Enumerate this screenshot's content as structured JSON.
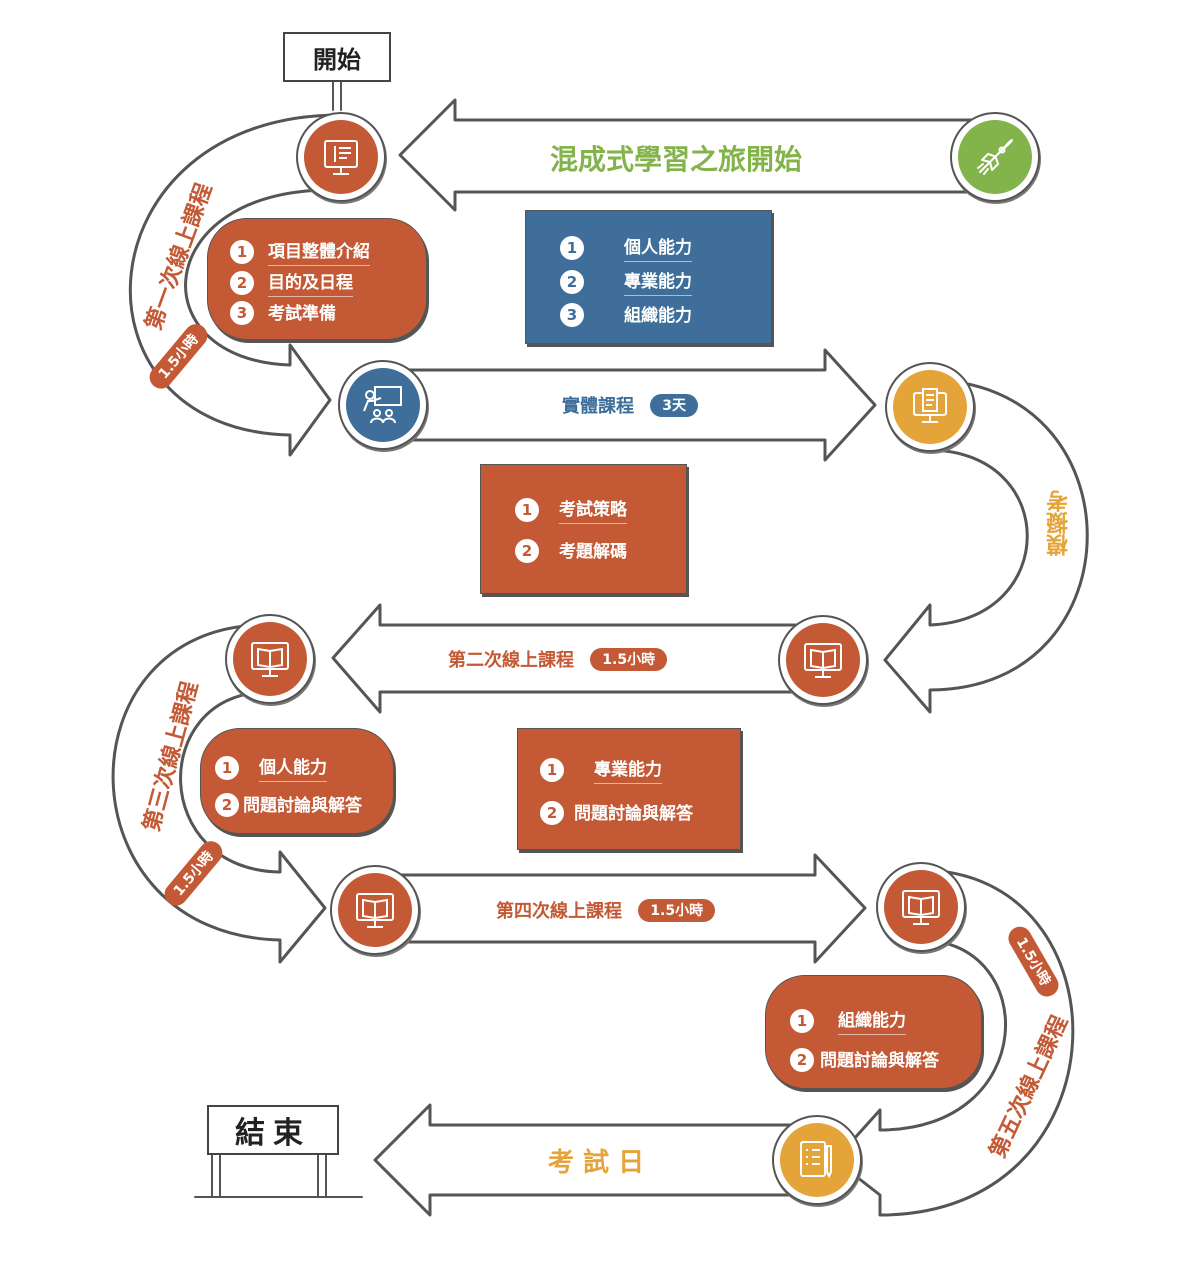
{
  "colors": {
    "orange_red": "#c45a35",
    "blue": "#3e6e99",
    "green": "#83b34b",
    "gold": "#e5a43a",
    "outline": "#555555"
  },
  "start_sign": {
    "label": "開始"
  },
  "end_sign": {
    "label": "結束"
  },
  "header": {
    "title": "混成式學習之旅開始",
    "icon": "rocket-icon"
  },
  "segments": {
    "first_online": {
      "label": "第一次線上課程",
      "duration": "1.5小時",
      "icon": "laptop-document-icon"
    },
    "in_person": {
      "label": "實體課程",
      "duration": "3天",
      "icon": "presentation-icon"
    },
    "mock_exam": {
      "label": "模擬考",
      "icon": "exam-monitor-icon"
    },
    "second_online": {
      "label": "第二次線上課程",
      "duration": "1.5小時",
      "icon": "book-monitor-icon"
    },
    "third_online": {
      "label": "第三次線上課程",
      "duration": "1.5小時",
      "icon": "book-monitor-icon"
    },
    "fourth_online": {
      "label": "第四次線上課程",
      "duration": "1.5小時",
      "icon": "book-monitor-icon"
    },
    "fifth_online": {
      "label": "第五次線上課程",
      "duration": "1.5小時",
      "icon": "book-monitor-icon"
    },
    "exam_day": {
      "label": "考 試 日",
      "icon": "checklist-pencil-icon"
    }
  },
  "bubbles": {
    "first": [
      {
        "num": "1",
        "label": "項目整體介紹"
      },
      {
        "num": "2",
        "label": "目的及日程"
      },
      {
        "num": "3",
        "label": "考試準備"
      }
    ],
    "abilities": [
      {
        "num": "1",
        "label": "個人能力"
      },
      {
        "num": "2",
        "label": "專業能力"
      },
      {
        "num": "3",
        "label": "組織能力"
      }
    ],
    "strategy": [
      {
        "num": "1",
        "label": "考試策略"
      },
      {
        "num": "2",
        "label": "考題解碼"
      }
    ],
    "third": [
      {
        "num": "1",
        "label": "個人能力"
      },
      {
        "num": "2",
        "label": "問題討論與解答"
      }
    ],
    "fourth": [
      {
        "num": "1",
        "label": "專業能力"
      },
      {
        "num": "2",
        "label": "問題討論與解答"
      }
    ],
    "fifth": [
      {
        "num": "1",
        "label": "組織能力"
      },
      {
        "num": "2",
        "label": "問題討論與解答"
      }
    ]
  }
}
